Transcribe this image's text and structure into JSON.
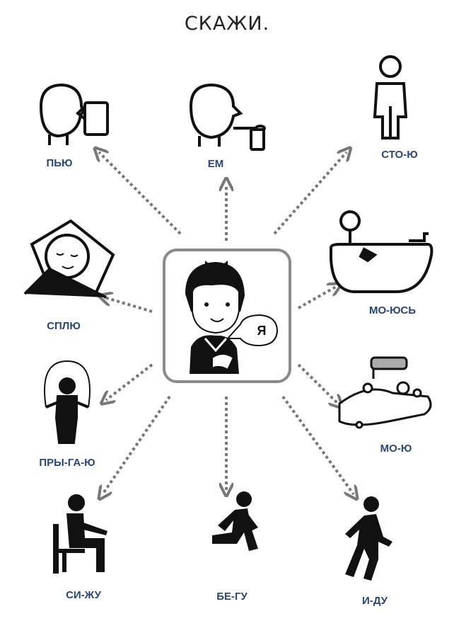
{
  "title": "СКАЖИ.",
  "center": {
    "icon": "girl-me-icon",
    "bubble_text": "Я"
  },
  "items": [
    {
      "label": "ПЬЮ",
      "icon": "drink-icon"
    },
    {
      "label": "ЕМ",
      "icon": "eat-icon"
    },
    {
      "label": "СТО-Ю",
      "icon": "stand-icon"
    },
    {
      "label": "СПЛЮ",
      "icon": "sleep-icon"
    },
    {
      "label": "МО-ЮСЬ",
      "icon": "bath-icon"
    },
    {
      "label": "ПРЫ-ГА-Ю",
      "icon": "jump-rope-icon"
    },
    {
      "label": "МО-Ю",
      "icon": "wash-hands-icon"
    },
    {
      "label": "СИ-ЖУ",
      "icon": "sit-icon"
    },
    {
      "label": "БЕ-ГУ",
      "icon": "run-icon"
    },
    {
      "label": "И-ДУ",
      "icon": "walk-icon"
    }
  ],
  "colors": {
    "label": "#2c4670",
    "arrow": "#777777",
    "frame": "#8a8a8a"
  }
}
